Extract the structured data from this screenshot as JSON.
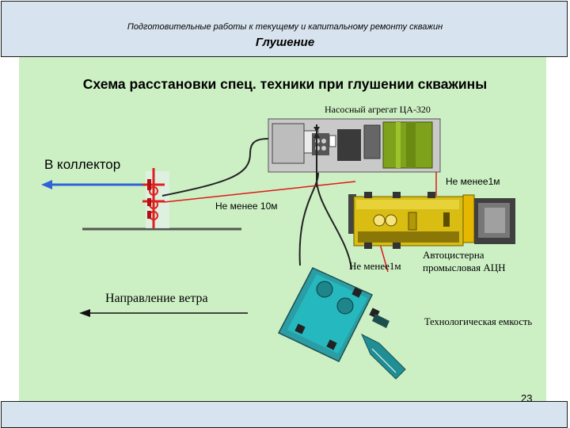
{
  "header": {
    "subtitle": "Подготовительные работы к текущему и капитальному ремонту скважин",
    "title": "Глушение"
  },
  "diagram": {
    "title": "Схема расстановки спец. техники при глушении скважины",
    "pump_unit_label": "Насосный агрегат ЦА-320",
    "collector_label": "В коллектор",
    "distance_pump": "Не менее1м",
    "distance_well": "Не менее 10м",
    "distance_tank": "Не менее1м",
    "tanker_label": "Автоцистерна промысловая АЦН",
    "wind_label": "Направление ветра",
    "tech_tank_label": "Технологическая емкость"
  },
  "footer": {
    "page_number": "23"
  },
  "colors": {
    "background_green": "#ccf0c4",
    "header_blue": "#d7e3ee",
    "pump_truck_green": "#7fa21c",
    "tanker_yellow": "#d9bd12",
    "tech_tank_teal": "#25b9bf",
    "arrow_blue": "#2f63d8",
    "well_red": "#e02020",
    "distance_line_red": "#e01818"
  }
}
